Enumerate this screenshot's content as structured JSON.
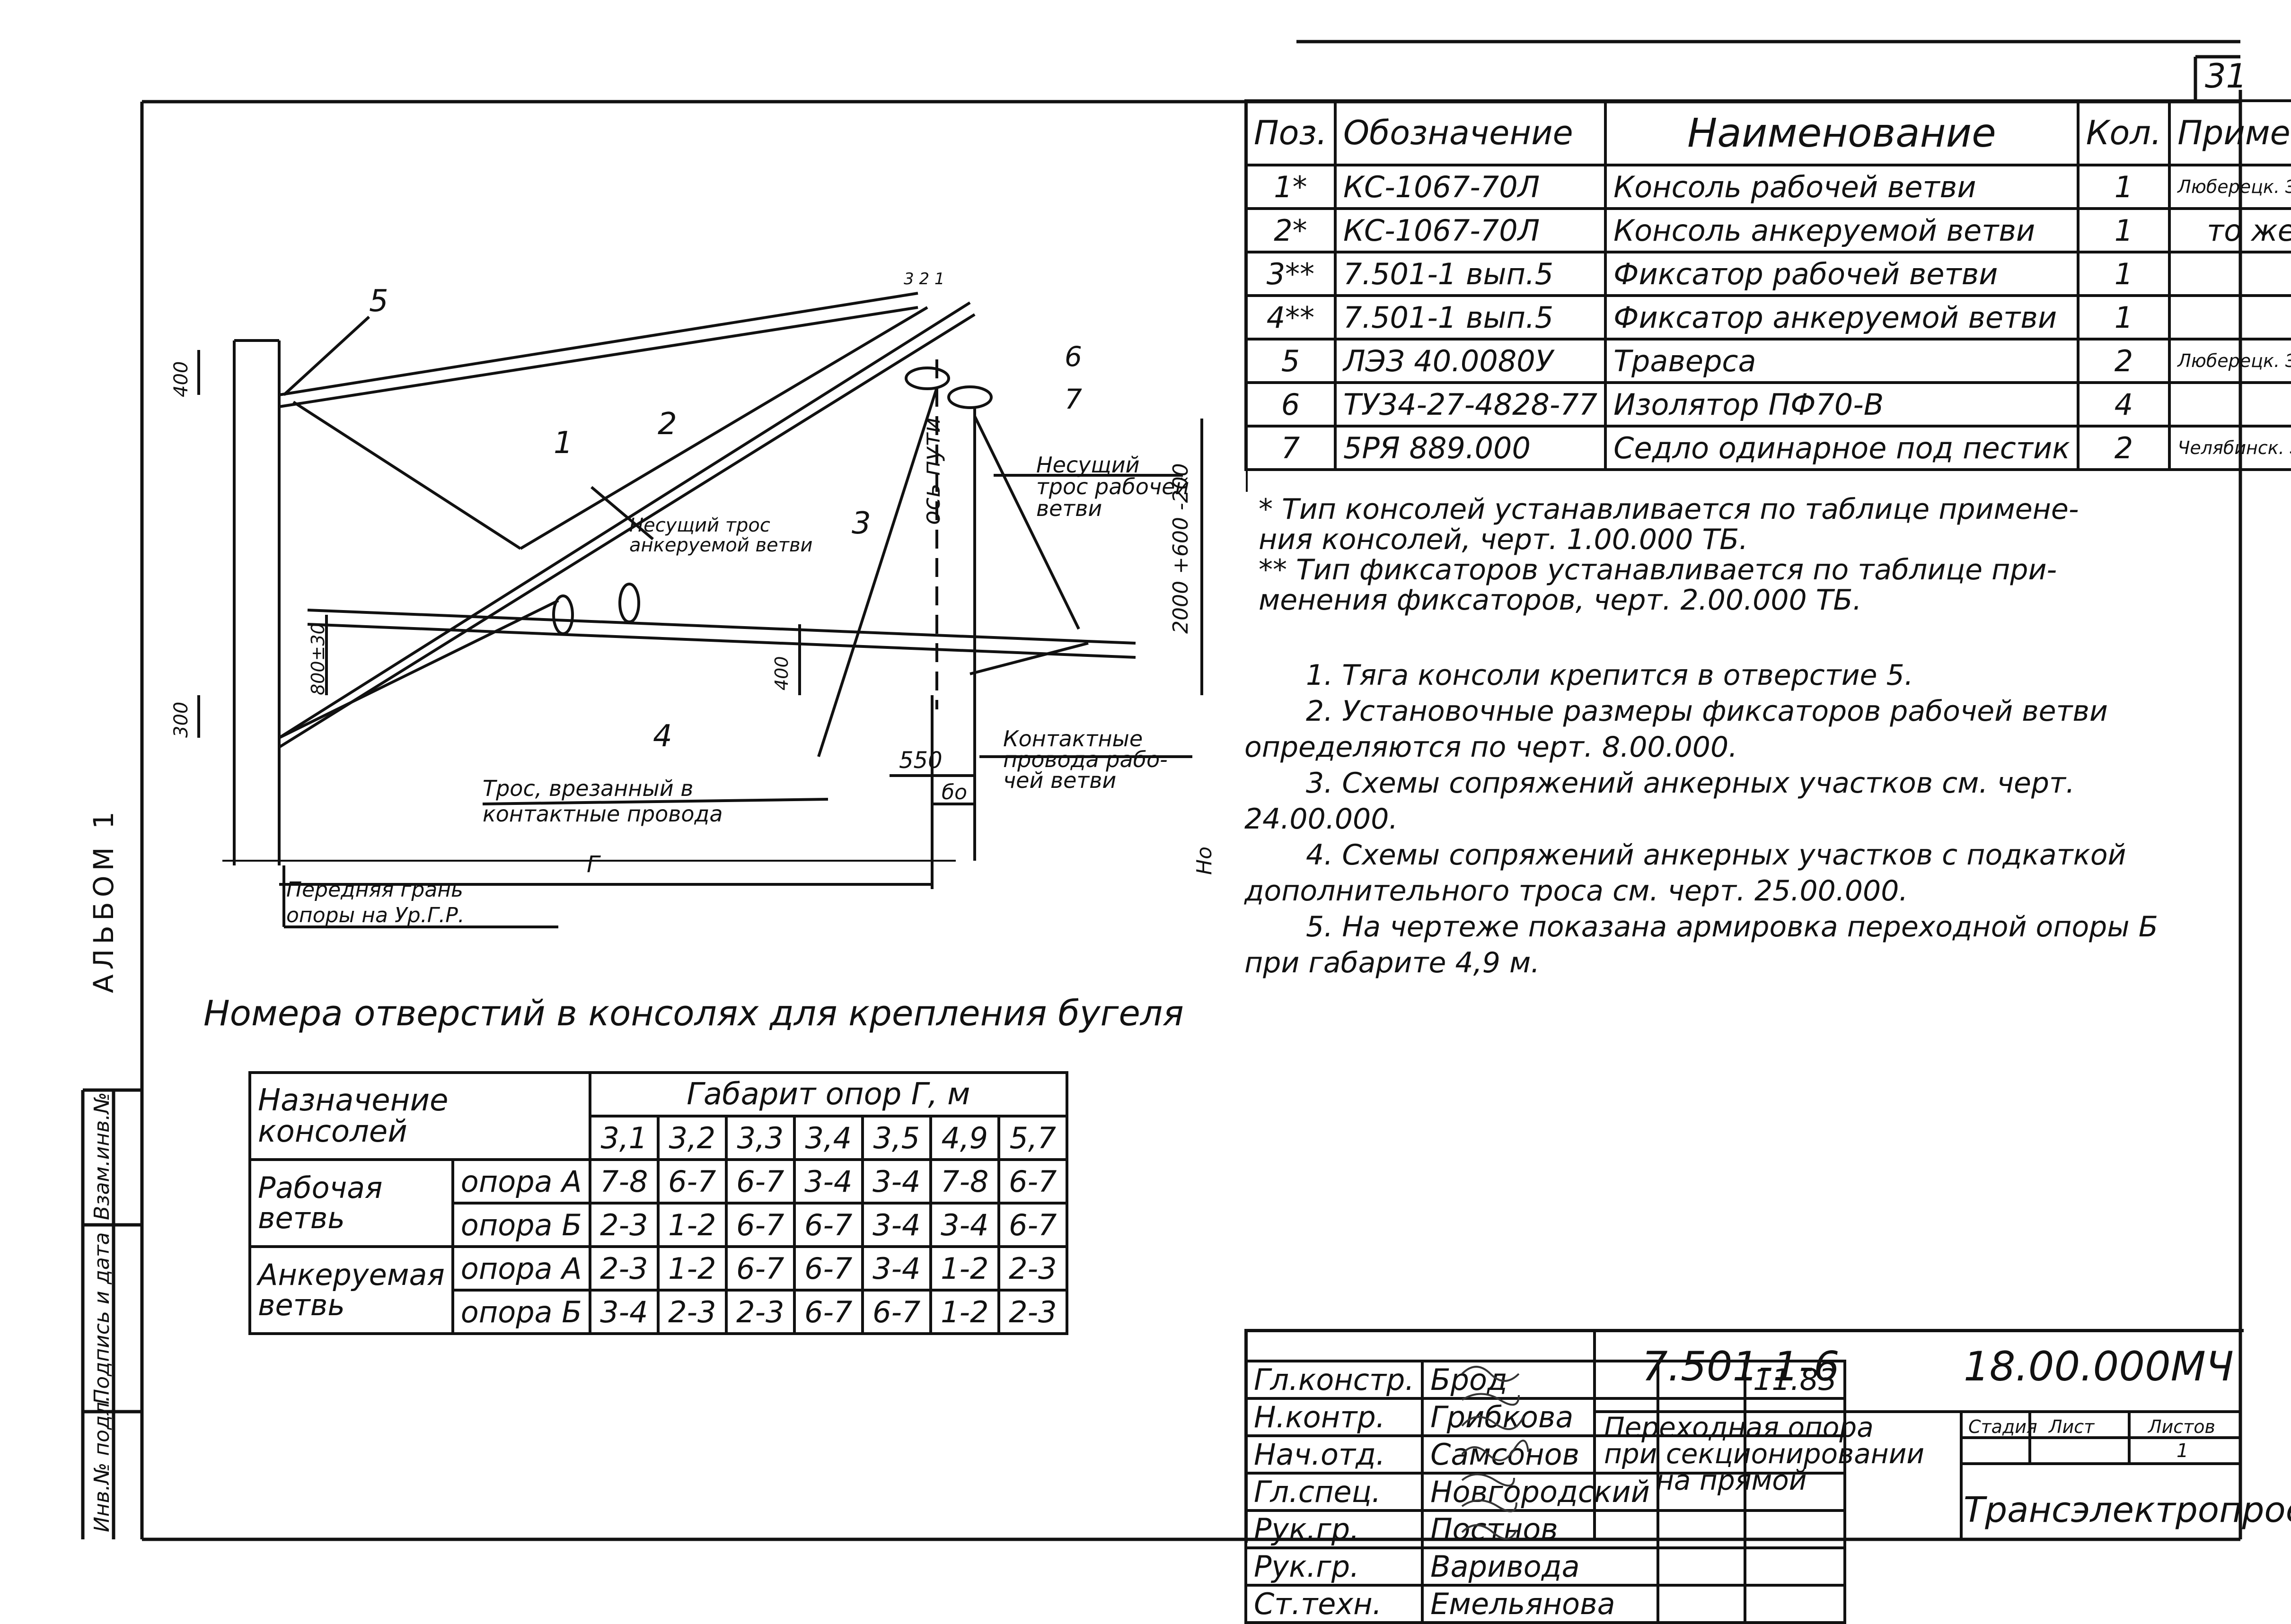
{
  "page_number": "31",
  "album_label": "АЛЬБОМ 1",
  "side_stamp": [
    "Инв.№ подл.",
    "Подпись и дата",
    "Взам.инв.№"
  ],
  "spec_table": {
    "headers": [
      "Поз.",
      "Обозначение",
      "Наименование",
      "Кол.",
      "Примеч."
    ],
    "rows": [
      {
        "pos": "1*",
        "code": "КС-1067-70Л",
        "name": "Консоль рабочей ветви",
        "qty": "1",
        "note": "Люберецк. ЭМЗ"
      },
      {
        "pos": "2*",
        "code": "КС-1067-70Л",
        "name": "Консоль анкеруемой ветви",
        "qty": "1",
        "note": "то же"
      },
      {
        "pos": "3**",
        "code": "7.501-1 вып.5",
        "name": "Фиксатор рабочей ветви",
        "qty": "1",
        "note": ""
      },
      {
        "pos": "4**",
        "code": "7.501-1 вып.5",
        "name": "Фиксатор анкеруемой ветви",
        "qty": "1",
        "note": ""
      },
      {
        "pos": "5",
        "code": "ЛЭЗ 40.0080У",
        "name": "Траверса",
        "qty": "2",
        "note": "Люберецк. ЭМЗ"
      },
      {
        "pos": "6",
        "code": "ТУ34-27-4828-77",
        "name": "Изолятор ПФ70-В",
        "qty": "4",
        "note": ""
      },
      {
        "pos": "7",
        "code": "5РЯ 889.000",
        "name": "Седло одинарное под пестик",
        "qty": "2",
        "note": "Челябинск. ЭРЗ"
      }
    ]
  },
  "footnotes": [
    "* Тип консолей устанавливается по таблице примене-",
    "ния консолей, черт. 1.00.000 ТБ.",
    "** Тип фиксаторов устанавливается по таблице при-",
    "менения фиксаторов, черт. 2.00.000 ТБ."
  ],
  "notes": [
    "1. Тяга консоли крепится в отверстие 5.",
    "2. Установочные размеры фиксаторов рабочей ветви",
    "определяются по черт. 8.00.000.",
    "3. Схемы сопряжений анкерных участков см. черт.",
    "24.00.000.",
    "4. Схемы сопряжений анкерных участков с подкаткой",
    "дополнительного троса см. черт. 25.00.000.",
    "5. На чертеже показана армировка переходной опоры Б",
    "при габарите 4,9 м."
  ],
  "drawing": {
    "labels": {
      "pos1": "1",
      "pos2": "2",
      "pos3": "3",
      "pos4": "4",
      "pos5": "5",
      "pos6": "6",
      "pos7": "7",
      "dim400a": "400",
      "dim300": "300",
      "dim800": "800±30",
      "dim400b": "400",
      "dim2000": "2000 +600 -200",
      "dim550": "550",
      "dim_bo": "бо",
      "dim_g": "Г",
      "dim_ho": "Но",
      "axis": "ось пути",
      "carrier_anch": [
        "Несущий трос",
        "анкеруемой ветви"
      ],
      "carrier_work": [
        "Несущий",
        "трос рабочей",
        "ветви"
      ],
      "contact_wires": [
        "Контактные",
        "провода рабо-",
        "чей ветви"
      ],
      "cut_cable": [
        "Трос, врезанный в",
        "контактные провода"
      ],
      "front_face": [
        "Передняя грань",
        "опоры на Ур.Г.Р."
      ],
      "hole_nums": "3 2 1"
    }
  },
  "holes_table": {
    "caption": "Номера отверстий в консолях для крепления бугеля",
    "purpose_header": "Назначение консолей",
    "gauge_header": "Габарит опор Г, м",
    "gauges": [
      "3,1",
      "3,2",
      "3,3",
      "3,4",
      "3,5",
      "4,9",
      "5,7"
    ],
    "groups": [
      {
        "name": "Рабочая ветвь",
        "rows": [
          {
            "support": "опора А",
            "values": [
              "7-8",
              "6-7",
              "6-7",
              "3-4",
              "3-4",
              "7-8",
              "6-7"
            ]
          },
          {
            "support": "опора Б",
            "values": [
              "2-3",
              "1-2",
              "6-7",
              "6-7",
              "3-4",
              "3-4",
              "6-7"
            ]
          }
        ]
      },
      {
        "name": "Анкеруемая ветвь",
        "rows": [
          {
            "support": "опора А",
            "values": [
              "2-3",
              "1-2",
              "6-7",
              "6-7",
              "3-4",
              "1-2",
              "2-3"
            ]
          },
          {
            "support": "опора Б",
            "values": [
              "3-4",
              "2-3",
              "2-3",
              "6-7",
              "6-7",
              "1-2",
              "2-3"
            ]
          }
        ]
      }
    ]
  },
  "title_block": {
    "signatures": [
      {
        "role": "Гл.констр.",
        "name": "Брод",
        "date": "11.83"
      },
      {
        "role": "Н.контр.",
        "name": "Грибкова",
        "date": ""
      },
      {
        "role": "Нач.отд.",
        "name": "Самсонов",
        "date": ""
      },
      {
        "role": "Гл.спец.",
        "name": "Новгородский",
        "date": ""
      },
      {
        "role": "Рук.гр.",
        "name": "Постнов",
        "date": ""
      },
      {
        "role": "Рук.гр.",
        "name": "Варивода",
        "date": ""
      },
      {
        "role": "Ст.техн.",
        "name": "Емельянова",
        "date": ""
      }
    ],
    "series": "7.501-1-6",
    "drawing_code": "18.00.000МЧ",
    "title": [
      "Переходная опора",
      "при секционировании",
      "на прямой"
    ],
    "stage_label": "Стадия",
    "sheet_label": "Лист",
    "sheets_label": "Листов",
    "sheets_value": "1",
    "organization": "Трансэлектропроект"
  }
}
